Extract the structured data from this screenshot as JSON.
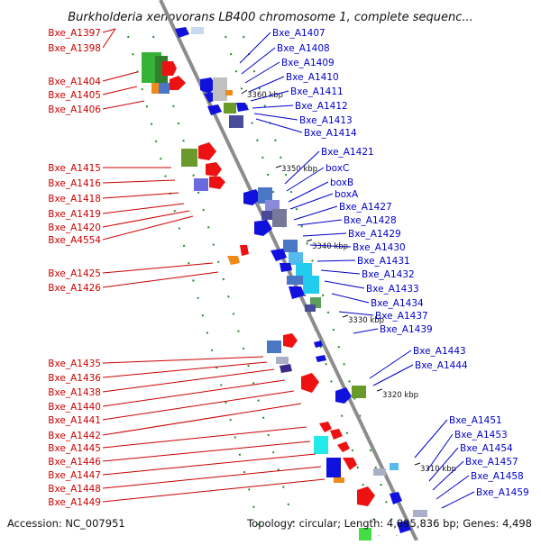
{
  "title": "Burkholderia xenovorans LB400 chromosome 1, complete sequenc...",
  "accession": "Accession: NC_007951",
  "summary": "Topology: circular; Length: 4,895,836 bp; Genes: 4,498",
  "ticks": [
    "3360 kbp",
    "3350 kbp",
    "3340 kbp",
    "3330 kbp",
    "3320 kbp",
    "3310 kbp"
  ],
  "left_genes": [
    "Bxe_A1397",
    "Bxe_A1398",
    "Bxe_A1404",
    "Bxe_A1405",
    "Bxe_A1406",
    "Bxe_A1415",
    "Bxe_A1416",
    "Bxe_A1418",
    "Bxe_A1419",
    "Bxe_A1420",
    "Bxe_A4554",
    "Bxe_A1425",
    "Bxe_A1426",
    "Bxe_A1435",
    "Bxe_A1436",
    "Bxe_A1438",
    "Bxe_A1440",
    "Bxe_A1441",
    "Bxe_A1442",
    "Bxe_A1445",
    "Bxe_A1446",
    "Bxe_A1447",
    "Bxe_A1448",
    "Bxe_A1449"
  ],
  "right_genes": [
    "Bxe_A1407",
    "Bxe_A1408",
    "Bxe_A1409",
    "Bxe_A1410",
    "Bxe_A1411",
    "Bxe_A1412",
    "Bxe_A1413",
    "Bxe_A1414",
    "Bxe_A1421",
    "boxC",
    "boxB",
    "boxA",
    "Bxe_A1427",
    "Bxe_A1428",
    "Bxe_A1429",
    "Bxe_A1430",
    "Bxe_A1431",
    "Bxe_A1432",
    "Bxe_A1433",
    "Bxe_A1434",
    "Bxe_A1437",
    "Bxe_A1439",
    "Bxe_A1443",
    "Bxe_A1444",
    "Bxe_A1451",
    "Bxe_A1453",
    "Bxe_A1454",
    "Bxe_A1457",
    "Bxe_A1458",
    "Bxe_A1459"
  ],
  "colors": {
    "left_label": "#cc0000",
    "right_label": "#0000cc",
    "backbone": "#8c8c8c",
    "forward_gene": "#ee1111",
    "reverse_gene": "#1111dd",
    "gc_marker": "#2a8a2a"
  }
}
